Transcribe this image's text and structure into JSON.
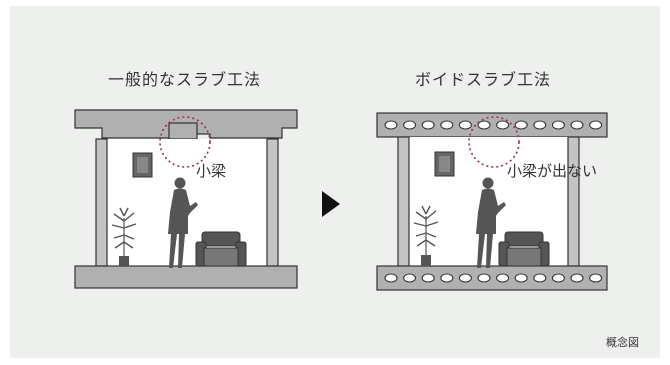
{
  "left": {
    "title": "一般的なスラブ工法",
    "label": "小梁"
  },
  "right": {
    "title": "ボイドスラブ工法",
    "label": "小梁が出ない"
  },
  "note": "概念図",
  "colors": {
    "background": "#eef0ee",
    "concrete": "#b0b0b0",
    "outline": "#333333",
    "highlight": "#a0304a",
    "figure": "#555555"
  }
}
